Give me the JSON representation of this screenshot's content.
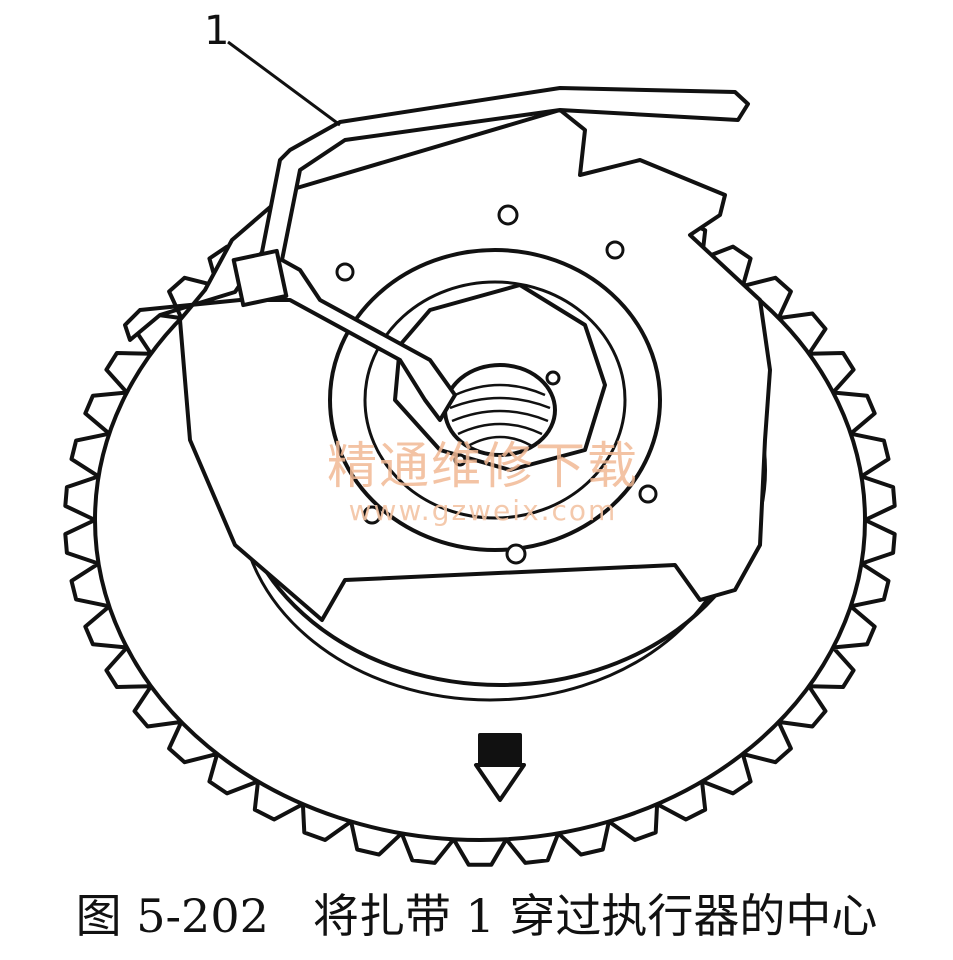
{
  "callout": {
    "number": "1"
  },
  "watermark": {
    "text_cn": "精通维修下载",
    "url": "www.gzweix.com"
  },
  "caption": {
    "figure_number": "图 5-202",
    "text": "将扎带 1 穿过执行器的中心"
  },
  "palette": {
    "line": "#111111",
    "paper": "#ffffff",
    "watermark": "#f2b995"
  }
}
